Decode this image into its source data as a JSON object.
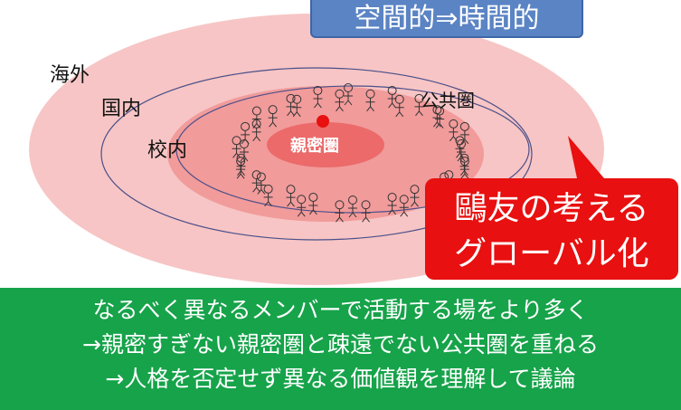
{
  "title": "空間的⇒時間的",
  "labels": {
    "overseas": "海外",
    "domestic": "国内",
    "campus": "校内",
    "public": "公共圏",
    "intimate": "親密圏"
  },
  "callout": {
    "line1": "鷗友の考える",
    "line2": "グローバル化"
  },
  "bottom": {
    "line1": "なるべく異なるメンバーで活動する場をより多く",
    "line2": "→親密すぎない親密圏と疎遠でない公共圏を重ねる",
    "line3": "→人格を否定せず異なる価値観を理解して議論"
  },
  "colors": {
    "outer": "#f7c5c5",
    "campus_area": "#f19b9b",
    "intimate": "#ec6a6a",
    "callout": "#e81010",
    "title": "#5b84c4",
    "bottom": "#16a34a"
  }
}
